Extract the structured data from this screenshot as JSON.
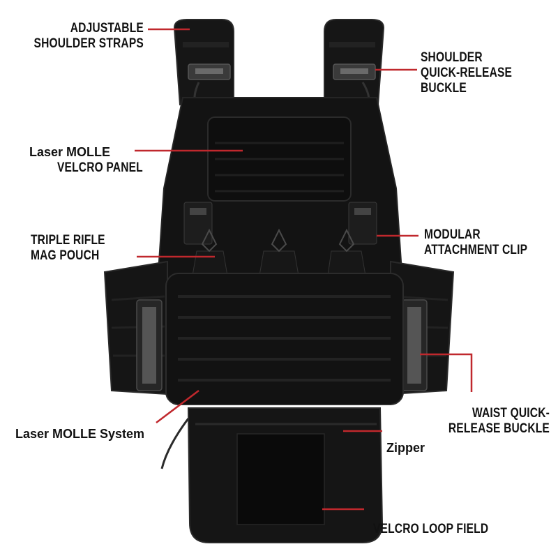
{
  "colors": {
    "background": "#ffffff",
    "vest": "#141414",
    "vest_edge": "#262626",
    "leader_line": "#c0282d"
  },
  "labels": {
    "adjustable_shoulder_straps": [
      "ADJUSTABLE",
      "SHOULDER STRAPS"
    ],
    "shoulder_quick_release_buckle": [
      "SHOULDER",
      "QUICK-RELEASE",
      "BUCKLE"
    ],
    "laser_molle_velcro_panel": [
      "Laser MOLLE",
      "VELCRO PANEL"
    ],
    "triple_rifle_mag_pouch": [
      "TRIPLE RIFLE",
      "MAG POUCH"
    ],
    "modular_attachment_clip": [
      "MODULAR",
      "ATTACHMENT CLIP"
    ],
    "waist_quick_release_buckle": [
      "WAIST QUICK-",
      "RELEASE BUCKLE"
    ],
    "laser_molle_system": "Laser MOLLE System",
    "zipper": "Zipper",
    "velcro_loop_field": "VELCRO LOOP FIELD"
  }
}
